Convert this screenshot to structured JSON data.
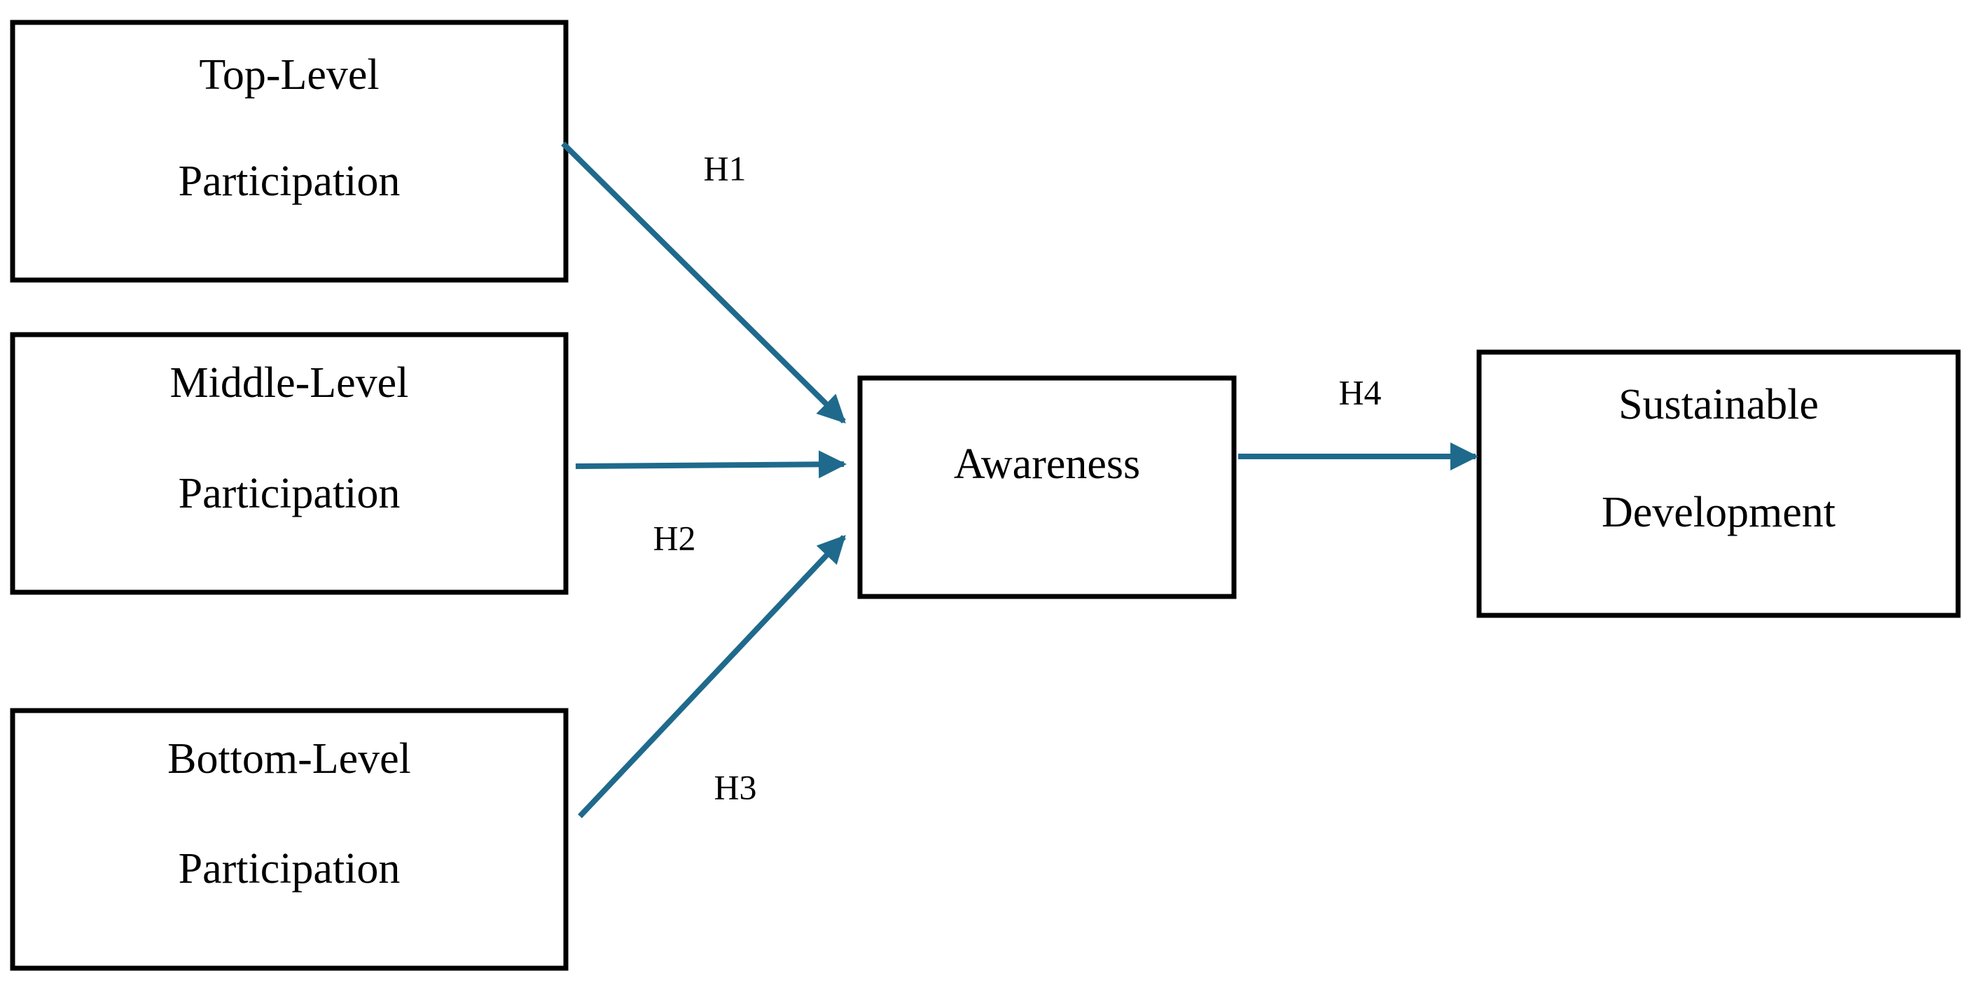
{
  "colors": {
    "arrow": "#1f6a8c",
    "box_border": "#000000",
    "text": "#000000",
    "background": "#ffffff"
  },
  "nodes": {
    "top_level": {
      "line1": "Top-Level",
      "line2": "Participation"
    },
    "middle_level": {
      "line1": "Middle-Level",
      "line2": "Participation"
    },
    "bottom_level": {
      "line1": "Bottom-Level",
      "line2": "Participation"
    },
    "awareness": {
      "label": "Awareness"
    },
    "sustainable_development": {
      "line1": "Sustainable",
      "line2": "Development"
    }
  },
  "edges": {
    "h1": {
      "label": "H1",
      "from": "Top-Level Participation",
      "to": "Awareness"
    },
    "h2": {
      "label": "H2",
      "from": "Middle-Level Participation",
      "to": "Awareness"
    },
    "h3": {
      "label": "H3",
      "from": "Bottom-Level Participation",
      "to": "Awareness"
    },
    "h4": {
      "label": "H4",
      "from": "Awareness",
      "to": "Sustainable Development"
    }
  }
}
